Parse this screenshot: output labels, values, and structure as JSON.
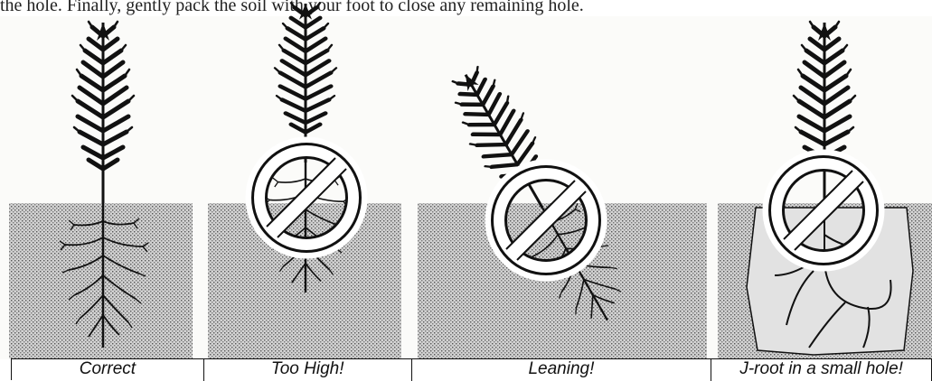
{
  "header_text": "the hole.  Finally, gently pack the soil with your foot to close any remaining hole.",
  "panels": [
    {
      "caption": "Correct"
    },
    {
      "caption": "Too High!"
    },
    {
      "caption": "Leaning!"
    },
    {
      "caption": "J-root in a small hole!"
    }
  ],
  "colors": {
    "ink": "#111111",
    "soil": "#bdbdbd",
    "paper": "#fbfbf9"
  },
  "icons": [
    "no-symbol-icon"
  ]
}
